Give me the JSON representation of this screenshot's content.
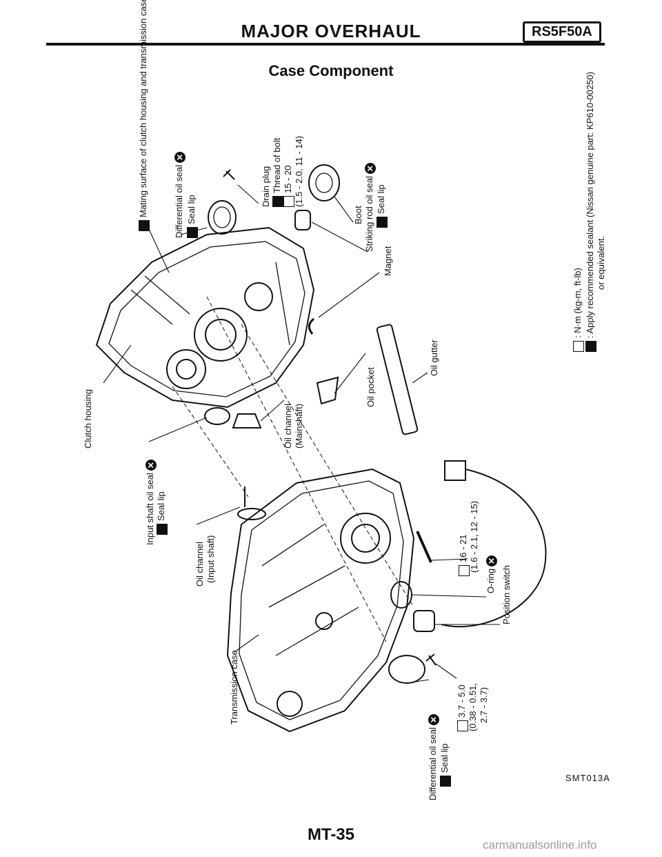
{
  "header": {
    "title": "MAJOR OVERHAUL",
    "model_badge": "RS5F50A"
  },
  "subtitle": "Case Component",
  "labels": {
    "mating_surface": "Mating surface of clutch housing and transmission case",
    "diff_seal_top": "Differential oil seal",
    "seal_lip": "Seal lip",
    "drain_plug": "Drain plug",
    "thread_of_bolt": "Thread of bolt",
    "drain_torque": "15 - 20",
    "drain_torque_alt": "(1.5 - 2.0, 11 - 14)",
    "boot": "Boot",
    "striking_rod_seal": "Striking rod oil seal",
    "magnet": "Magnet",
    "oil_gutter": "Oil gutter",
    "oil_pocket": "Oil pocket",
    "oil_channel_main": "Oil channel",
    "oil_channel_main_sub": "(Mainshaft)",
    "clutch_housing": "Clutch housing",
    "input_shaft_seal": "Input shaft oil seal",
    "oil_channel_input": "Oil channel",
    "oil_channel_input_sub": "(Input shaft)",
    "transmission_case": "Transmission case",
    "torque_a": "16 - 21",
    "torque_a_alt": "(1.6 - 2.1, 12 - 15)",
    "o_ring": "O-ring",
    "position_switch": "Position switch",
    "torque_b": "3.7 - 5.0",
    "torque_b_alt1": "(0.38 - 0.51,",
    "torque_b_alt2": "2.7 - 3.7)",
    "diff_seal_bottom": "Differential oil seal"
  },
  "legend": {
    "unit": ": N·m (kg-m, ft-lb)",
    "sealant": ": Apply recommended sealant (Nissan genuine part: KP610-00250)",
    "sealant_cont": "or equivalent."
  },
  "figure_code": "SMT013A",
  "page_number": "MT-35",
  "watermark": "carmanualsonline.info"
}
